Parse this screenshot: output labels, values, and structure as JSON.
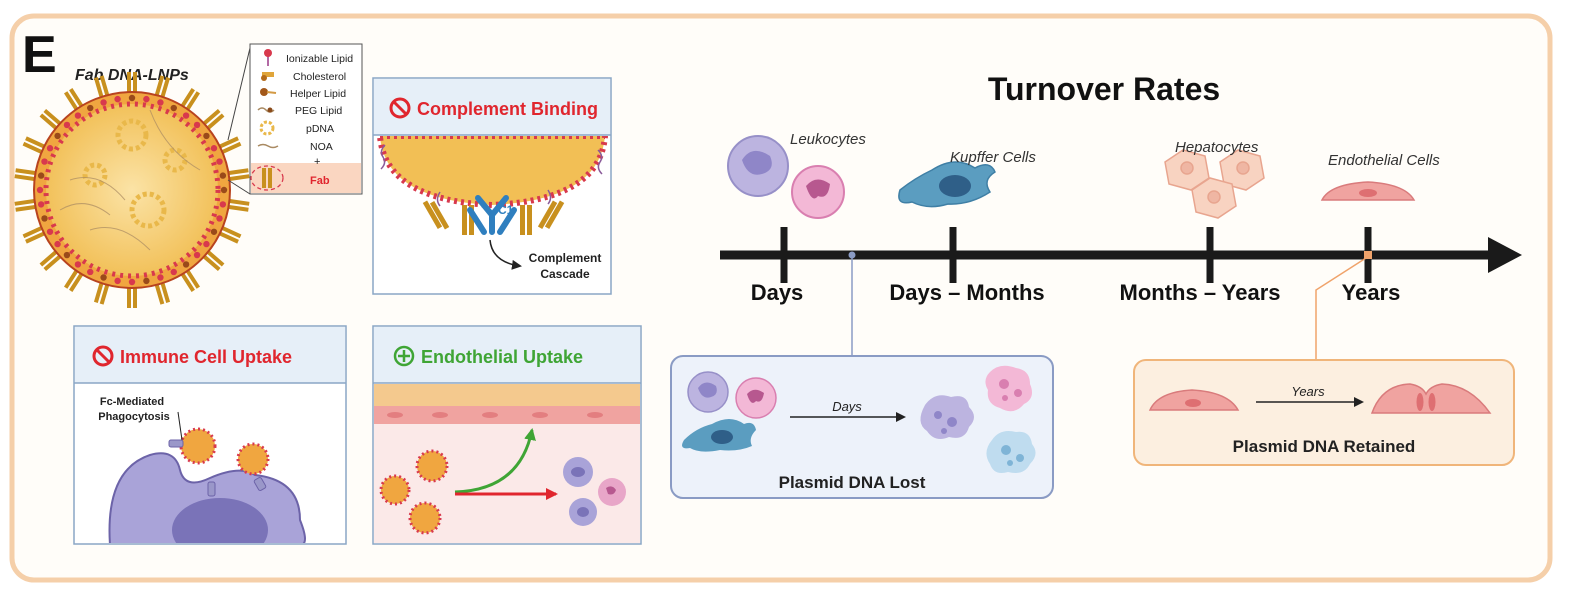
{
  "panel": {
    "letter": "E",
    "lnp_title": "Fab DNA-LNPs",
    "legend": [
      {
        "label": "Ionizable Lipid",
        "icon": "ionizable-lipid-icon"
      },
      {
        "label": "Cholesterol",
        "icon": "cholesterol-icon"
      },
      {
        "label": "Helper Lipid",
        "icon": "helper-lipid-icon"
      },
      {
        "label": "PEG Lipid",
        "icon": "peg-lipid-icon"
      },
      {
        "label": "pDNA",
        "icon": "pdna-icon"
      },
      {
        "label": "NOA",
        "icon": "noa-icon"
      },
      {
        "label": "+",
        "icon": ""
      },
      {
        "label": "Fab",
        "icon": "fab-icon"
      }
    ],
    "complement": {
      "title": "Complement Binding",
      "c1_label": "C1",
      "cascade_line1": "Complement",
      "cascade_line2": "Cascade"
    },
    "immune": {
      "title": "Immune Cell Uptake",
      "label_line1": "Fc-Mediated",
      "label_line2": "Phagocytosis"
    },
    "endothelial": {
      "title": "Endothelial Uptake"
    },
    "turnover": {
      "title": "Turnover Rates",
      "cells": [
        "Leukocytes",
        "Kupffer Cells",
        "Hepatocytes",
        "Endothelial Cells"
      ],
      "ticks": [
        "Days",
        "Days – Months",
        "Months – Years",
        "Years"
      ],
      "lost_box": {
        "arrow_label": "Days",
        "caption": "Plasmid DNA Lost"
      },
      "retained_box": {
        "arrow_label": "Years",
        "caption": "Plasmid DNA Retained"
      }
    },
    "colors": {
      "frame": "#f5cfa9",
      "inhibit_red": "#e0262e",
      "promote_green": "#3fa535",
      "timeline": "#1a1a1a",
      "gold": "#d9a234",
      "membrane_red": "#d8394d",
      "macrophage_purple": "#a9a3d8",
      "endothelial_pink": "#f0a3a0",
      "kupffer_blue": "#5b9dc0",
      "antibody_blue": "#2f7fbf"
    }
  }
}
